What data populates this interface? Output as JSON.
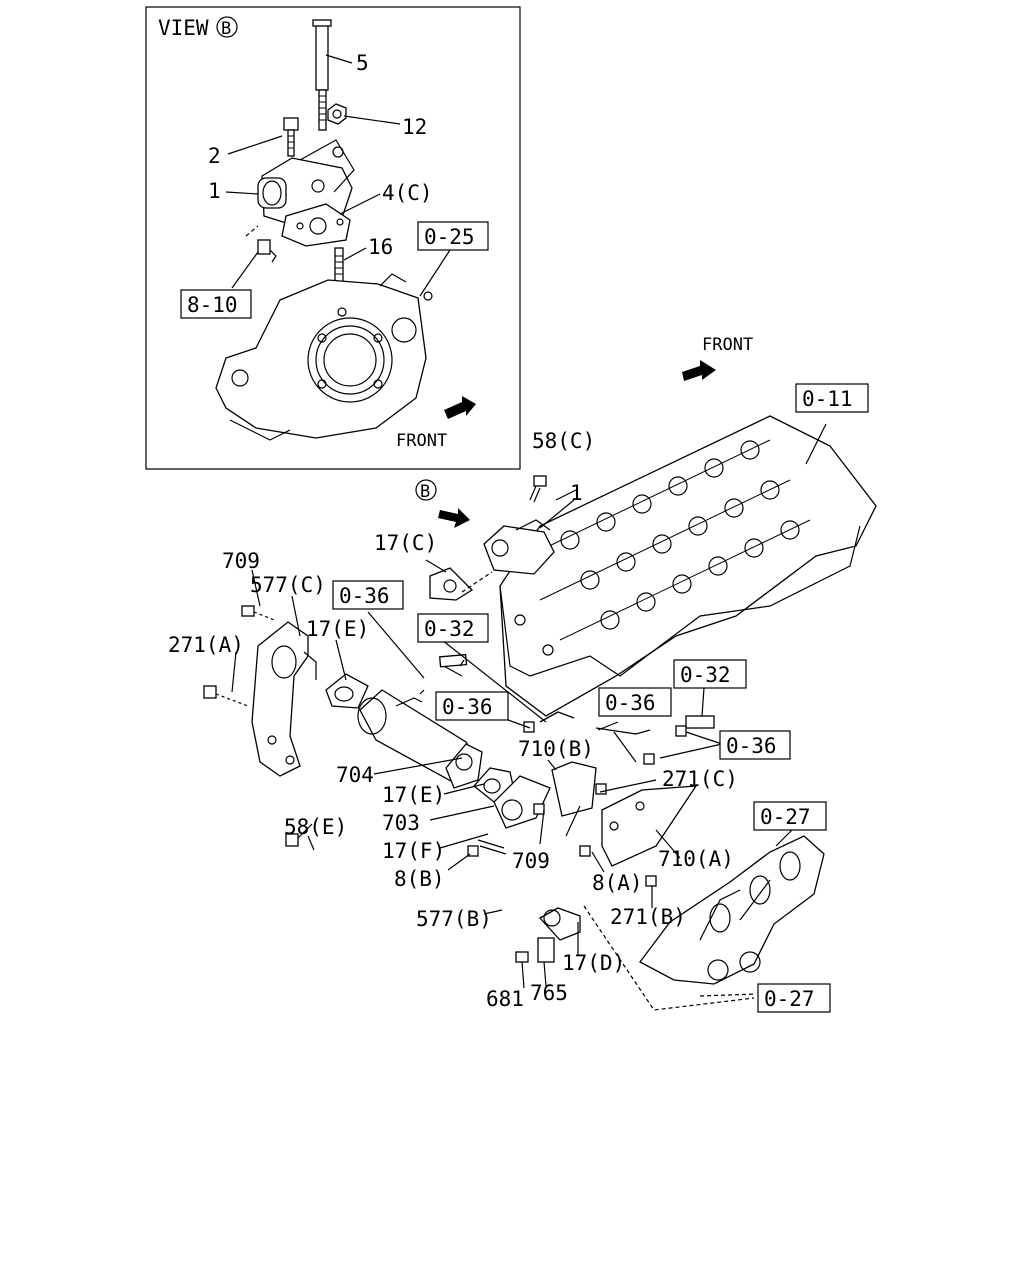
{
  "inset": {
    "view_label": "VIEW",
    "view_letter": "B",
    "front_label": "FRONT"
  },
  "main": {
    "front_label": "FRONT",
    "view_marker": "B"
  },
  "callouts": {
    "c5": "5",
    "c12": "12",
    "c2": "2",
    "c1_inset": "1",
    "c4c": "4(C)",
    "c16": "16",
    "c58c": "58(C)",
    "c1_main": "1",
    "c17c": "17(C)",
    "c709_top": "709",
    "c577c": "577(C)",
    "c17e_top": "17(E)",
    "c271a": "271(A)",
    "c704": "704",
    "c58e": "58(E)",
    "c17e_bot": "17(E)",
    "c703": "703",
    "c17f": "17(F)",
    "c8b": "8(B)",
    "c577b": "577(B)",
    "c681": "681",
    "c765": "765",
    "c17d": "17(D)",
    "c709_bot": "709",
    "c710b": "710(B)",
    "c271c": "271(C)",
    "c710a": "710(A)",
    "c8a": "8(A)",
    "c271b": "271(B)"
  },
  "refs": {
    "r025": "0-25",
    "r810": "8-10",
    "r011": "0-11",
    "r036a": "0-36",
    "r032a": "0-32",
    "r036b": "0-36",
    "r036c": "0-36",
    "r032b": "0-32",
    "r036d": "0-36",
    "r027a": "0-27",
    "r027b": "0-27"
  }
}
